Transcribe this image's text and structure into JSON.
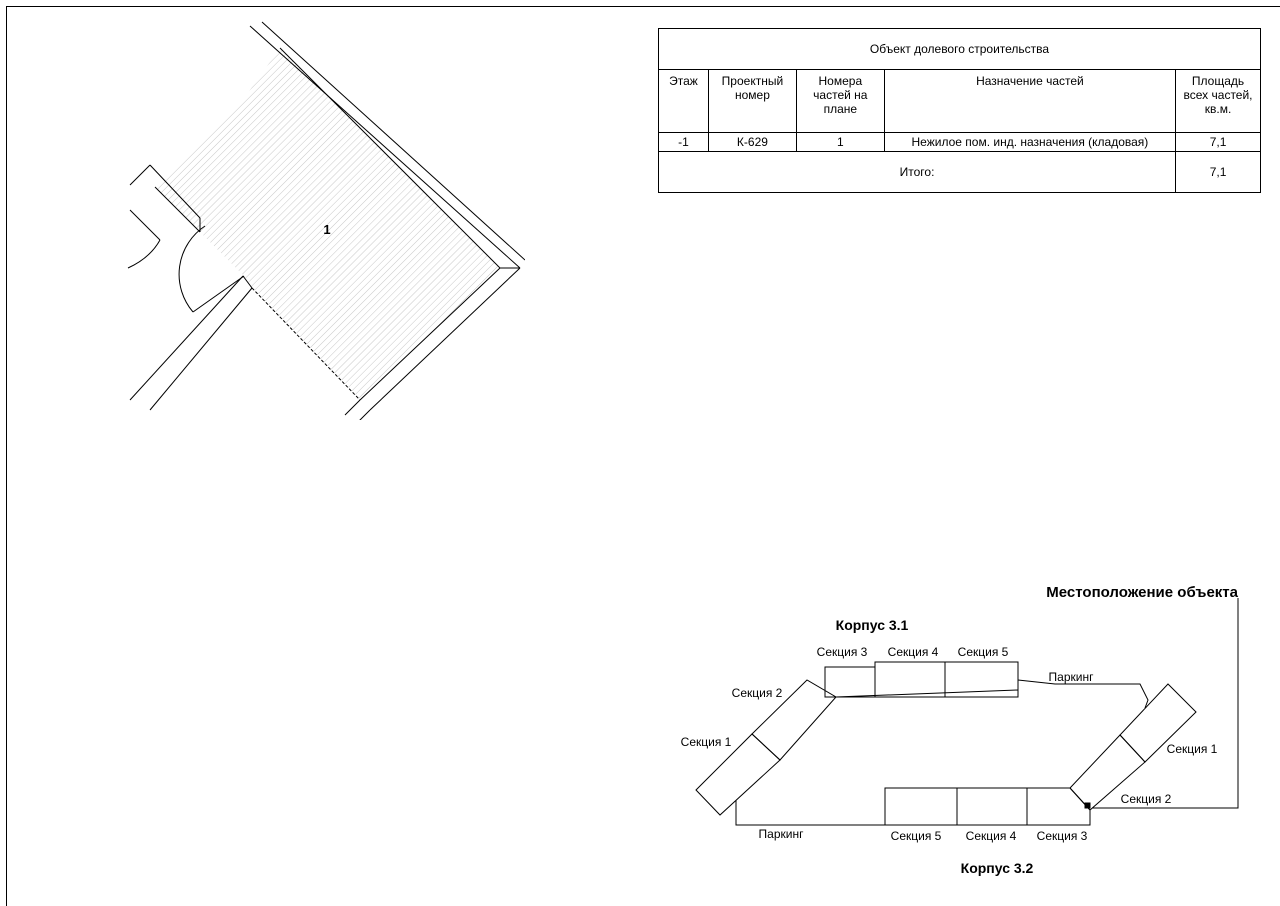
{
  "floor_plan": {
    "room_number": "1"
  },
  "spec_table": {
    "caption": "Объект долевого строительства",
    "headers": {
      "floor": "Этаж",
      "project_number": "Проектный номер",
      "part_numbers": "Номера частей на плане",
      "purpose": "Назначение частей",
      "area": "Площадь всех частей, кв.м."
    },
    "row": {
      "floor": "-1",
      "project_number": "К-629",
      "part_number": "1",
      "purpose": "Нежилое пом. инд. назначения (кладовая)",
      "area": "7,1"
    },
    "total": {
      "label": "Итого:",
      "value": "7,1"
    }
  },
  "location": {
    "title": "Местоположение объекта",
    "building_31": "Корпус 3.1",
    "building_32": "Корпус 3.2",
    "b31_sections": {
      "s1": "Секция 1",
      "s2": "Секция 2",
      "s3": "Секция 3",
      "s4": "Секция 4",
      "s5": "Секция 5"
    },
    "b32_sections": {
      "s1": "Секция 1",
      "s2": "Секция 2",
      "s3": "Секция 3",
      "s4": "Секция 4",
      "s5": "Секция 5"
    },
    "parking_top": "Паркинг",
    "parking_bottom": "Паркинг"
  }
}
